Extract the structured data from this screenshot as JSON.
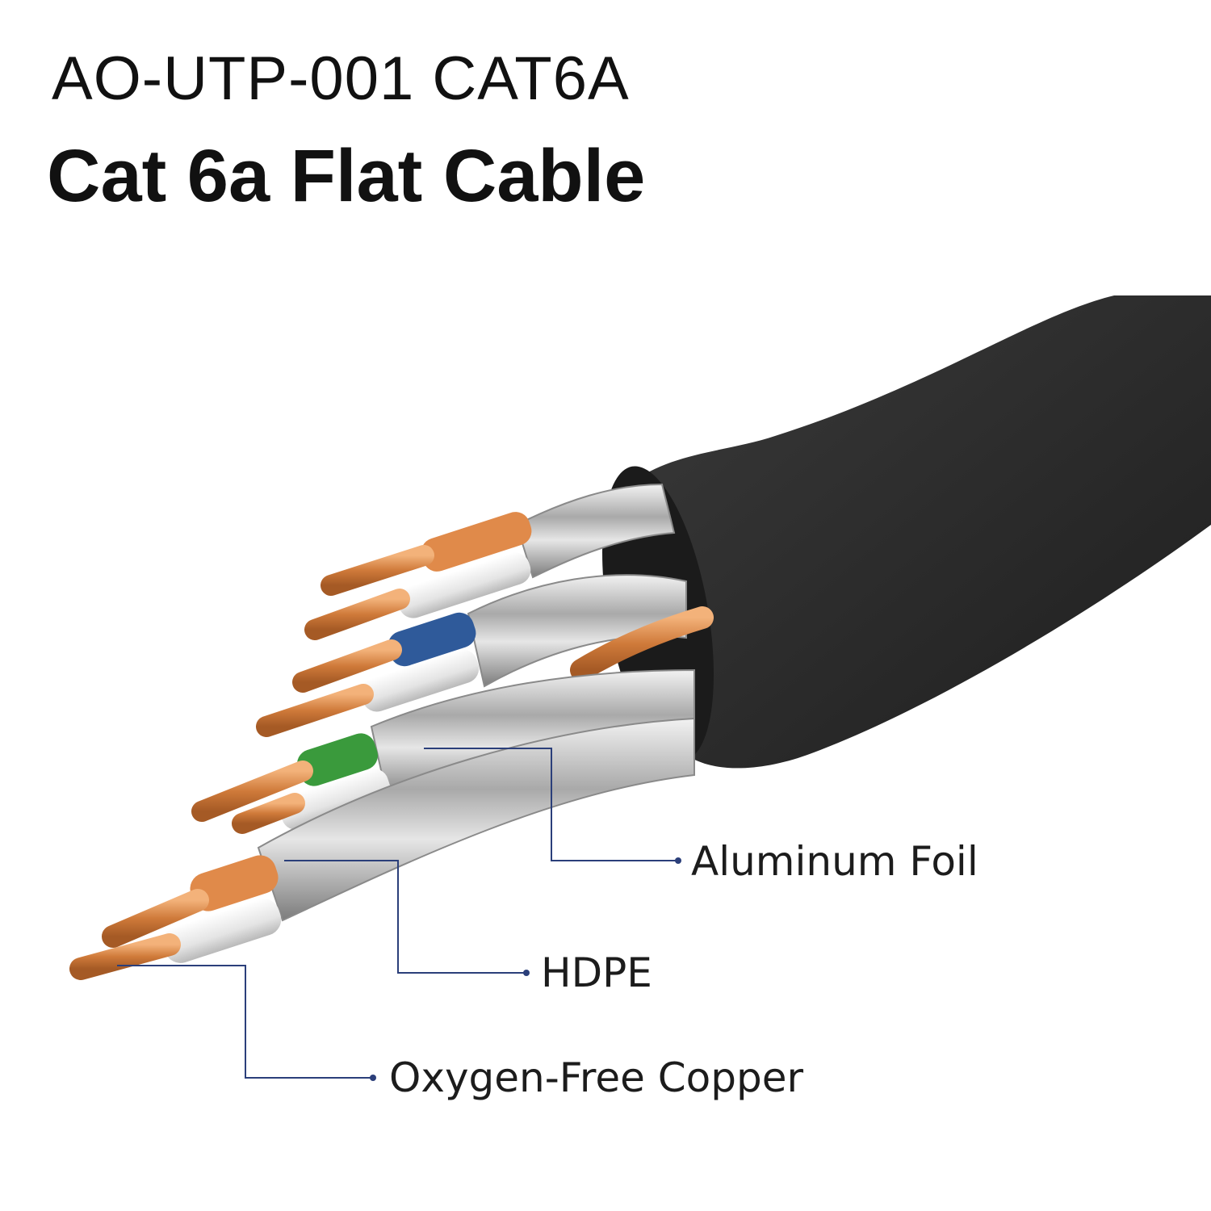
{
  "header": {
    "model": "AO-UTP-001 CAT6A",
    "product": "Cat 6a Flat Cable"
  },
  "callouts": {
    "aluminum_foil": "Aluminum Foil",
    "hdpe": "HDPE",
    "copper": "Oxygen-Free Copper"
  },
  "colors": {
    "jacket": "#2e2e2e",
    "foil": "#c9c9c9",
    "copper": "#d9894a",
    "orange_insulation": "#e08a4a",
    "blue_insulation": "#2f5a9a",
    "green_insulation": "#3a9a3c",
    "white_insulation": "#eeeeee",
    "leader_line": "#2b3f7a"
  }
}
